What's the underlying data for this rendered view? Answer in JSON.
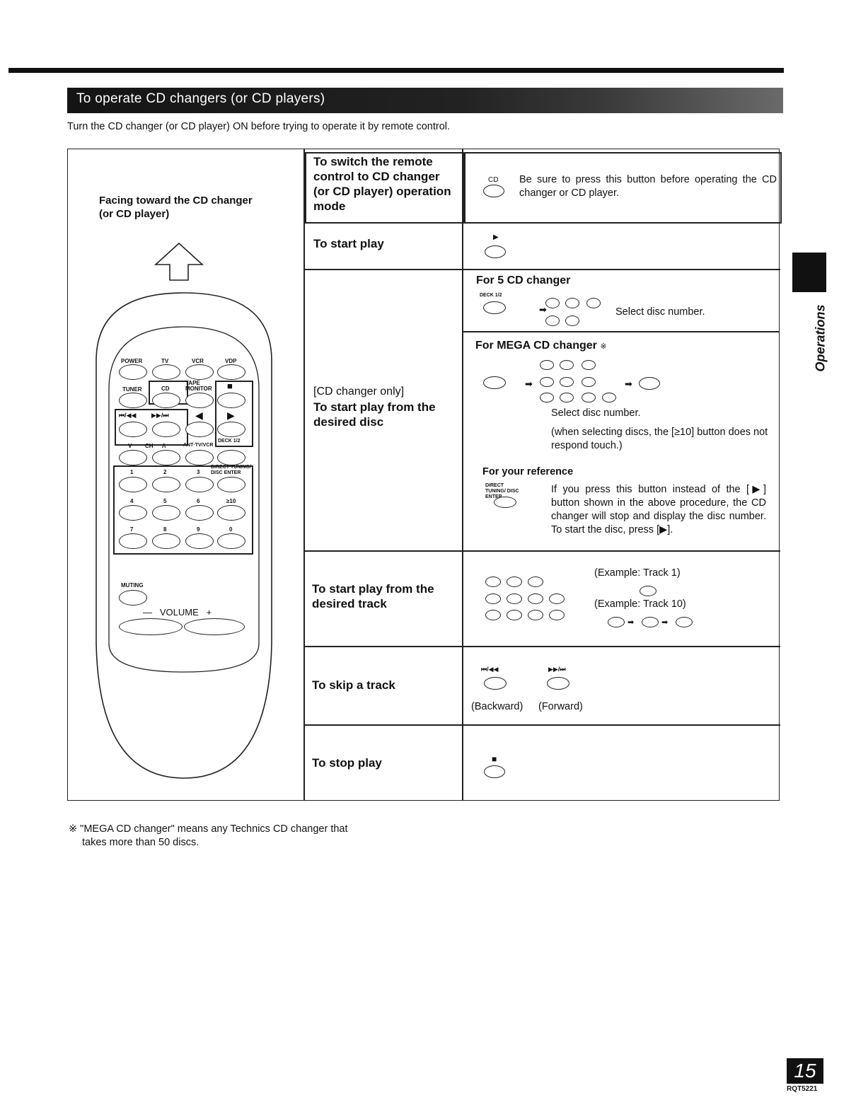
{
  "section": {
    "title": "To operate CD changers (or CD players)"
  },
  "intro": "Turn the CD changer (or CD player) ON before trying to operate it by remote control.",
  "remote": {
    "facing_line1": "Facing toward the CD changer",
    "facing_line2": "(or CD player)",
    "row1_labels": [
      "POWER",
      "TV",
      "VCR",
      "VDP"
    ],
    "row2_labels": [
      "TUNER",
      "CD",
      "TAPE MONITOR",
      "■"
    ],
    "row3_labels": [
      "⏮/◀◀",
      "▶▶/⏭",
      "◀",
      "▶"
    ],
    "row4_labels": [
      "V",
      "CH",
      "Λ",
      "ANT·TV/VCR",
      "DECK 1/2"
    ],
    "direct_tuning": "DIRECT TUNING/ DISC ENTER",
    "nums_row1": [
      "1",
      "2",
      "3"
    ],
    "nums_row2": [
      "4",
      "5",
      "6",
      "≥10"
    ],
    "nums_row3": [
      "7",
      "8",
      "9",
      "0"
    ],
    "muting": "MUTING",
    "volume": "—   VOLUME   +"
  },
  "rows": [
    {
      "label": "To switch the remote control to CD changer (or CD player) operation mode",
      "button": "CD",
      "text": "Be sure to press this button before operating the CD changer or CD player."
    },
    {
      "label": "To start play",
      "button": "▶"
    },
    {
      "label_note": "[CD changer only]",
      "label": "To start play from the desired disc",
      "five_title": "For 5 CD changer",
      "five_deck": "DECK 1/2",
      "five_text": "Select disc number.",
      "mega_title": "For MEGA CD changer",
      "mega_mark": "※",
      "mega_text1": "Select disc number.",
      "mega_text2": "(when selecting discs, the [≥10] button does not respond touch.)",
      "ref_title": "For your reference",
      "ref_button": "DIRECT TUNING/ DISC ENTER",
      "ref_text": "If you press this button instead of the [▶] button shown in the above procedure, the CD changer will stop and display the disc number. To start the disc, press [▶]."
    },
    {
      "label": "To start play from the desired track",
      "ex1": "(Example: Track 1)",
      "ex10": "(Example: Track 10)"
    },
    {
      "label": "To skip a track",
      "back_icon": "⏮/◀◀",
      "fwd_icon": "▶▶/⏭",
      "back": "(Backward)",
      "fwd": "(Forward)"
    },
    {
      "label": "To stop play",
      "button": "■"
    }
  ],
  "footnote_line1": "※ \"MEGA CD changer\" means any Technics CD changer that",
  "footnote_line2": "takes more than 50 discs.",
  "side_tab": "Operations",
  "page_number": "15",
  "page_code": "RQT5221"
}
